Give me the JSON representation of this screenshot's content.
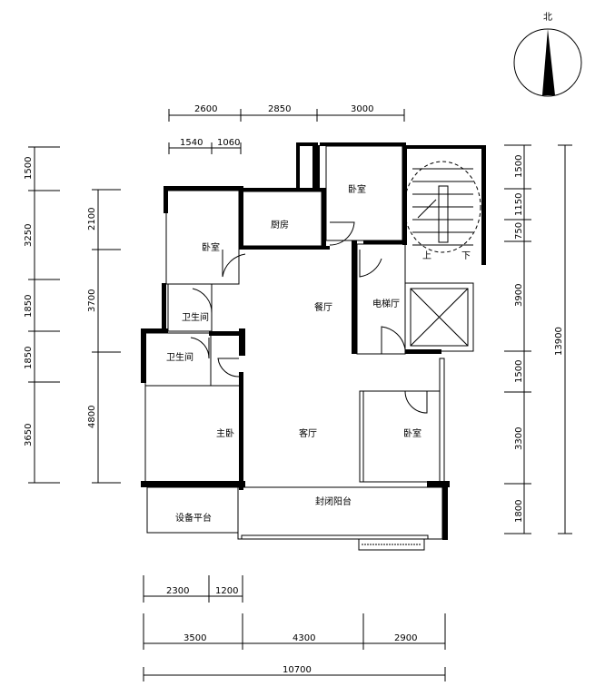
{
  "compass": {
    "north_label": "北"
  },
  "rooms": {
    "bedroom_top": "卧室",
    "kitchen": "厨房",
    "bedroom_left": "卧室",
    "bath1": "卫生间",
    "bath2": "卫生间",
    "dining": "餐厅",
    "elevator_hall": "电梯厅",
    "master_bedroom": "主卧",
    "living": "客厅",
    "bedroom_right": "卧室",
    "equipment_platform": "设备平台",
    "enclosed_balcony": "封闭阳台"
  },
  "stair": {
    "up": "上",
    "down": "下"
  },
  "dims": {
    "top_row1": [
      "2600",
      "2850",
      "3000"
    ],
    "top_row2": [
      "1540",
      "1060"
    ],
    "left_outer": [
      "1500",
      "3250",
      "1850",
      "1850",
      "3650"
    ],
    "left_inner": [
      "2100",
      "3700",
      "4800"
    ],
    "right_inner": [
      "1500",
      "1150",
      "750",
      "3900",
      "1500",
      "3300",
      "1800"
    ],
    "right_total": "13900",
    "bottom_row1": [
      "2300",
      "1200"
    ],
    "bottom_row2": [
      "3500",
      "4300",
      "2900"
    ],
    "bottom_total": "10700"
  }
}
